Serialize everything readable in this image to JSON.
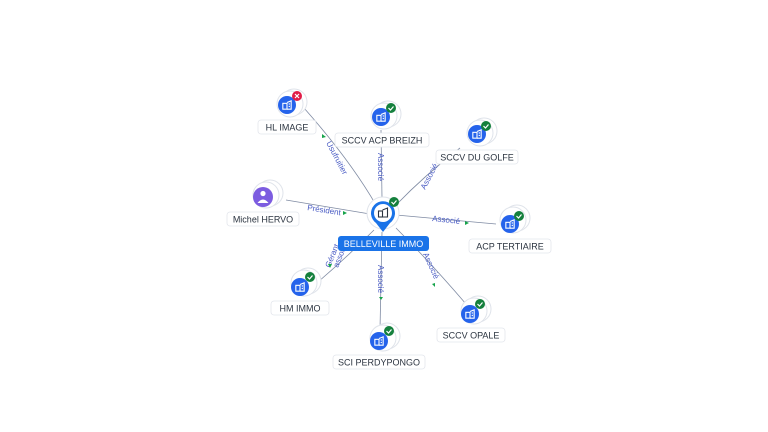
{
  "center": {
    "label": "BELLEVILLE IMMO",
    "badge": "ok"
  },
  "nodes": [
    {
      "id": "hl-image",
      "label": "HL IMAGE",
      "type": "company",
      "badge": "removed",
      "relation": "Usufruitier",
      "direction": "in"
    },
    {
      "id": "sccv-acp-breizh",
      "label": "SCCV ACP BREIZH",
      "type": "company",
      "badge": "ok",
      "relation": "Associé",
      "direction": "out"
    },
    {
      "id": "sccv-du-golfe",
      "label": "SCCV DU GOLFE",
      "type": "company",
      "badge": "ok",
      "relation": "Associé",
      "direction": "out"
    },
    {
      "id": "michel-hervo",
      "label": "Michel HERVO",
      "type": "person",
      "badge": "",
      "relation": "Président",
      "direction": "in"
    },
    {
      "id": "acp-tertiaire",
      "label": "ACP TERTIAIRE",
      "type": "company",
      "badge": "ok",
      "relation": "Associé",
      "direction": "out"
    },
    {
      "id": "hm-immo",
      "label": "HM IMMO",
      "type": "company",
      "badge": "ok",
      "relation": "Gérant associé",
      "direction": "out"
    },
    {
      "id": "sci-perdypongo",
      "label": "SCI PERDYPONGO",
      "type": "company",
      "badge": "ok",
      "relation": "Associé",
      "direction": "out"
    },
    {
      "id": "sccv-opale",
      "label": "SCCV OPALE",
      "type": "company",
      "badge": "ok",
      "relation": "Associé",
      "direction": "out"
    }
  ],
  "colors": {
    "company": "#2563eb",
    "person": "#7c5ce0",
    "ok_badge": "#15803d",
    "removed_badge": "#e11d48",
    "center": "#1a73e8",
    "edge_label": "#4a5cc4"
  }
}
